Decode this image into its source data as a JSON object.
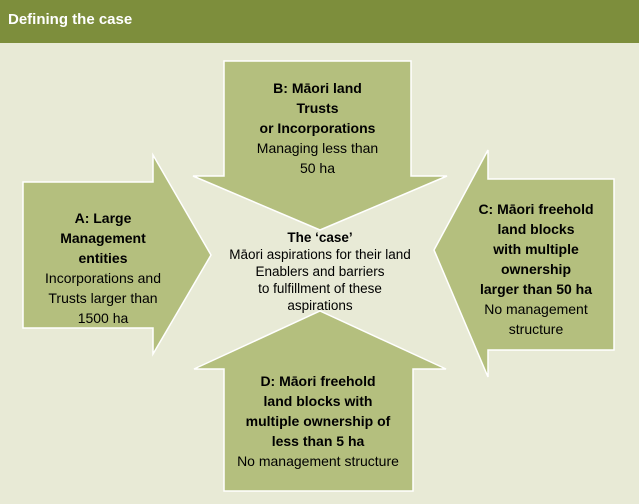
{
  "header": {
    "title": "Defining the case"
  },
  "colors": {
    "header_bg": "#7d8e3c",
    "page_bg": "#e8ead6",
    "arrow_fill": "#b4bf7e",
    "arrow_stroke": "#ffffff"
  },
  "center": {
    "title": "The ‘case’",
    "lines": [
      "Māori aspirations for their land",
      "Enablers and barriers",
      "to fulfillment of these",
      "aspirations"
    ]
  },
  "arrows": {
    "a": {
      "bold": [
        "A: Large",
        "Management",
        "entities"
      ],
      "normal": [
        "Incorporations and",
        "Trusts larger than",
        "1500 ha"
      ]
    },
    "b": {
      "bold": [
        "B: Māori land",
        "Trusts",
        "or Incorporations"
      ],
      "normal": [
        "Managing less than",
        "50 ha"
      ]
    },
    "c": {
      "bold": [
        "C: Māori freehold",
        "land blocks",
        "with multiple",
        "ownership",
        "larger than 50 ha"
      ],
      "normal": [
        "No management",
        "structure"
      ]
    },
    "d": {
      "bold": [
        "D: Māori freehold",
        "land blocks with",
        "multiple ownership of",
        "less than 5 ha"
      ],
      "normal": [
        "No management structure"
      ]
    }
  }
}
